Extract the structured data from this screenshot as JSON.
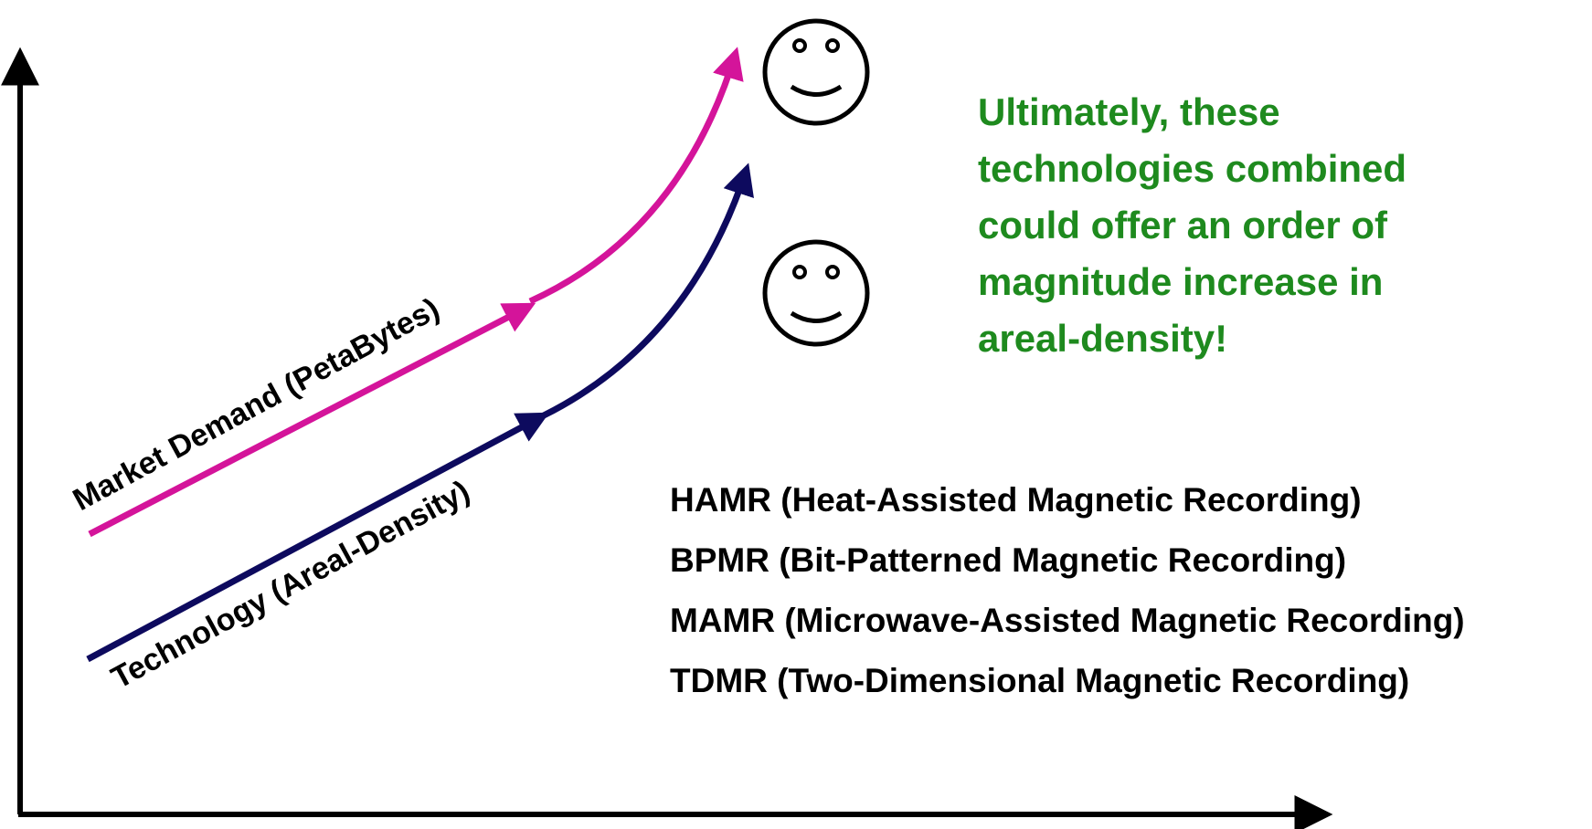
{
  "colors": {
    "axes": "#000000",
    "market_demand_curve": "#d4149a",
    "technology_curve": "#0d0a5e",
    "callout_text": "#1e8a1e",
    "list_text": "#000000"
  },
  "curves": {
    "market_demand_label": "Market Demand (PetaBytes)",
    "technology_label": "Technology (Areal-Density)"
  },
  "icons": {
    "upper": "smiley-face-icon",
    "lower": "smiley-face-icon"
  },
  "callout": {
    "lines": [
      "Ultimately, these",
      "technologies combined",
      "could offer an order of",
      "magnitude increase in",
      "areal-density!"
    ]
  },
  "technologies": [
    "HAMR (Heat-Assisted Magnetic Recording)",
    "BPMR (Bit-Patterned Magnetic Recording)",
    "MAMR (Microwave-Assisted Magnetic Recording)",
    "TDMR (Two-Dimensional Magnetic Recording)"
  ]
}
